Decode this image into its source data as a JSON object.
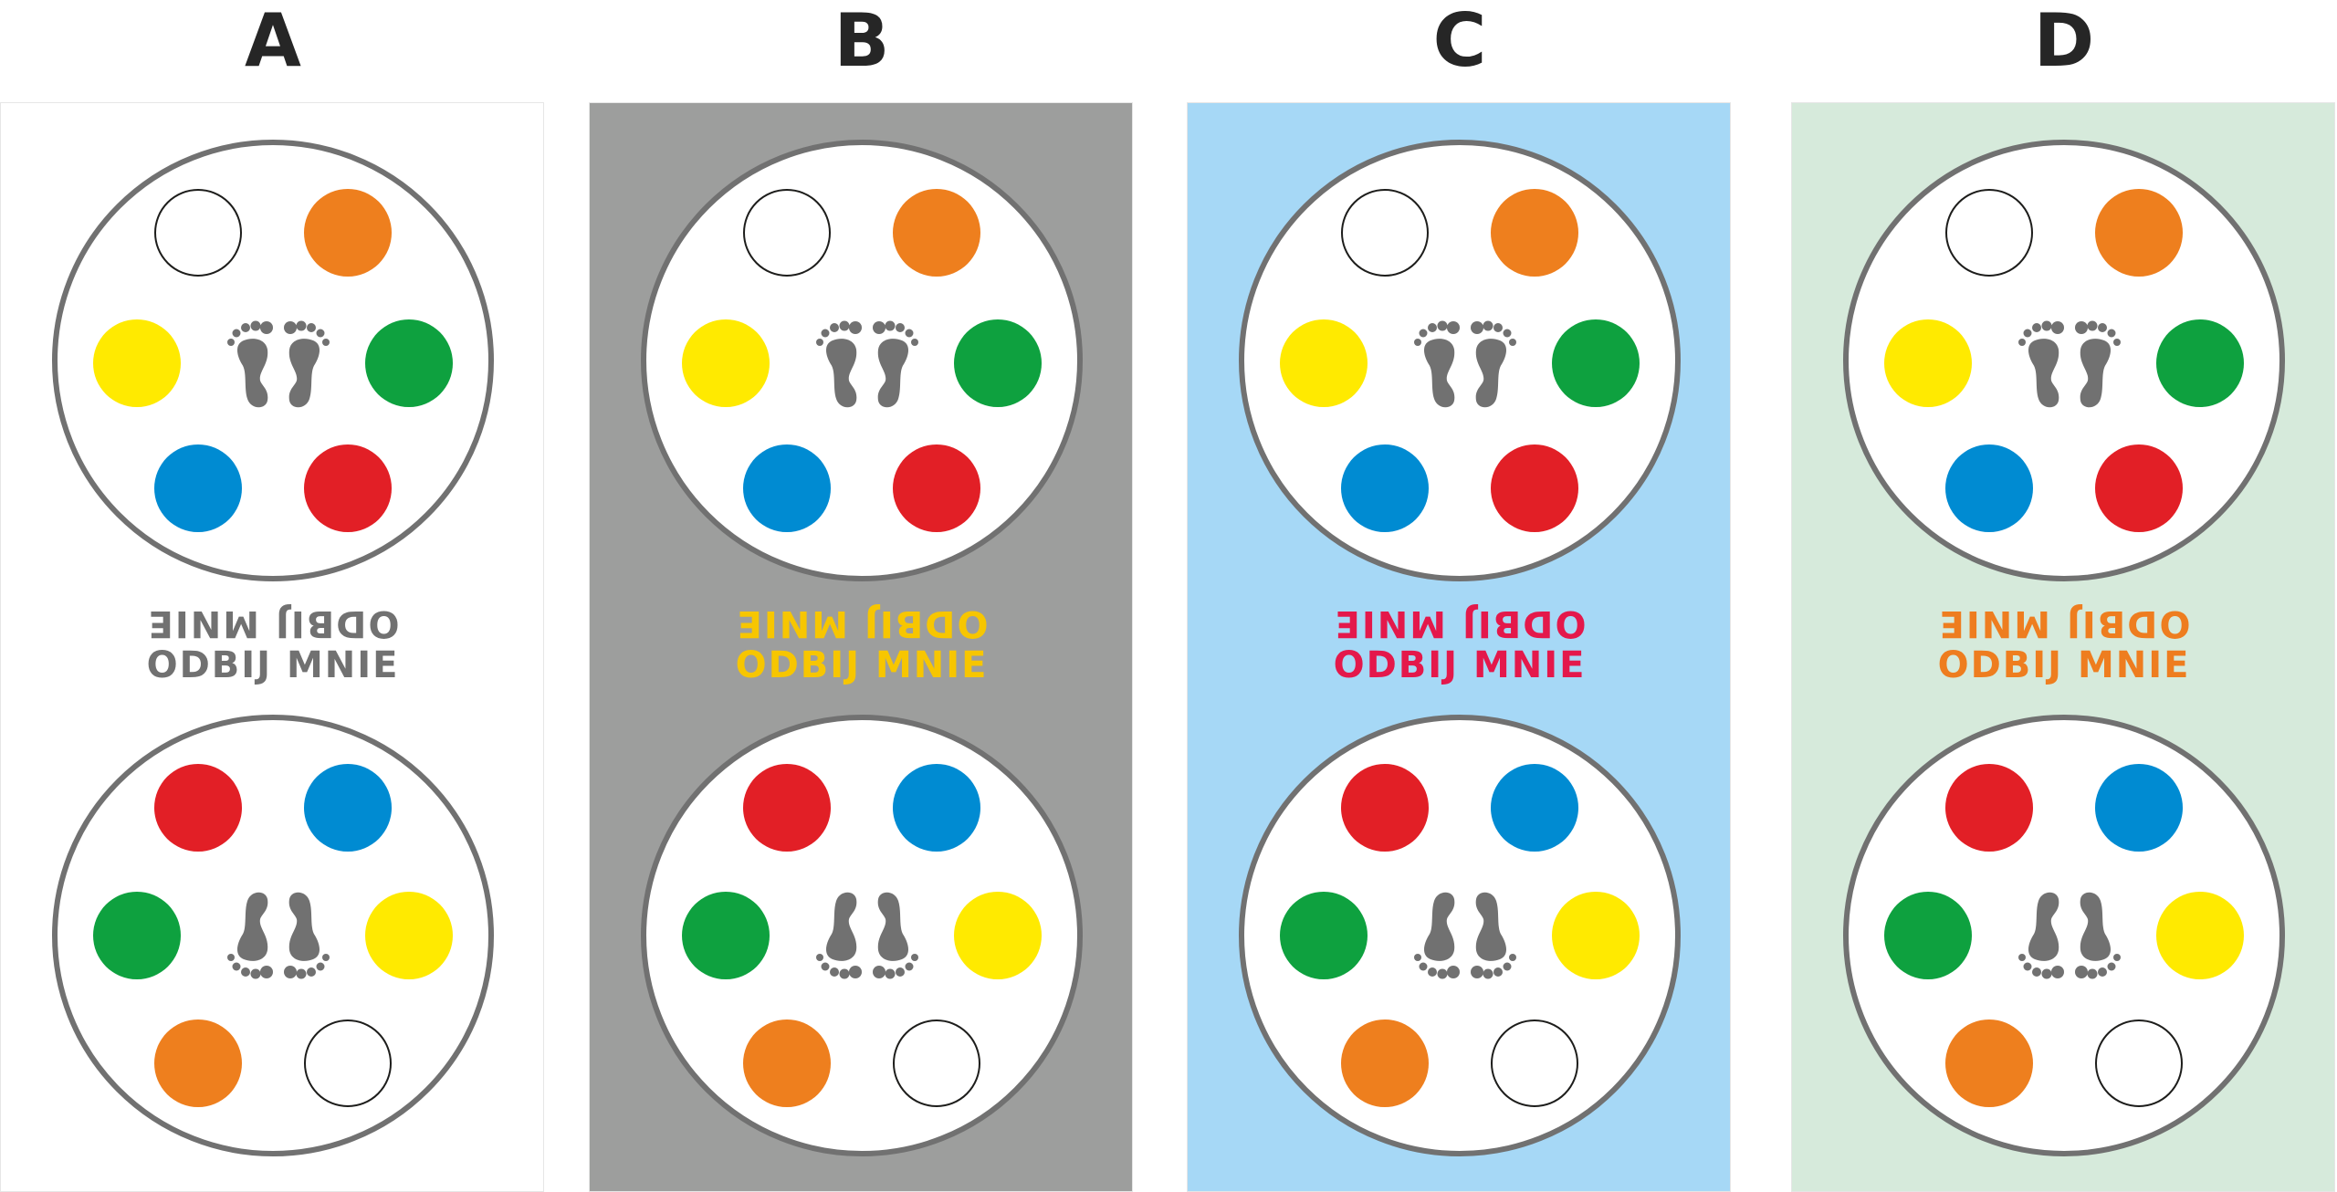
{
  "variants": [
    {
      "label": "A",
      "background": "#ffffff",
      "text_color": "#717171",
      "slogan": "ODBIJ MNIE"
    },
    {
      "label": "B",
      "background": "#9d9e9d",
      "text_color": "#f7c600",
      "slogan": "ODBIJ MNIE"
    },
    {
      "label": "C",
      "background": "#a6d8f6",
      "text_color": "#e4184b",
      "slogan": "ODBIJ MNIE"
    },
    {
      "label": "D",
      "background": "#d6eadb",
      "text_color": "#ee7d1f",
      "slogan": "ODBIJ MNIE"
    }
  ],
  "dot_colors": {
    "white": "#ffffff",
    "orange": "#ee7f1e",
    "yellow": "#ffea00",
    "green": "#0ea13f",
    "blue": "#008bd2",
    "red": "#e21f26"
  },
  "footprint_color": "#717171"
}
